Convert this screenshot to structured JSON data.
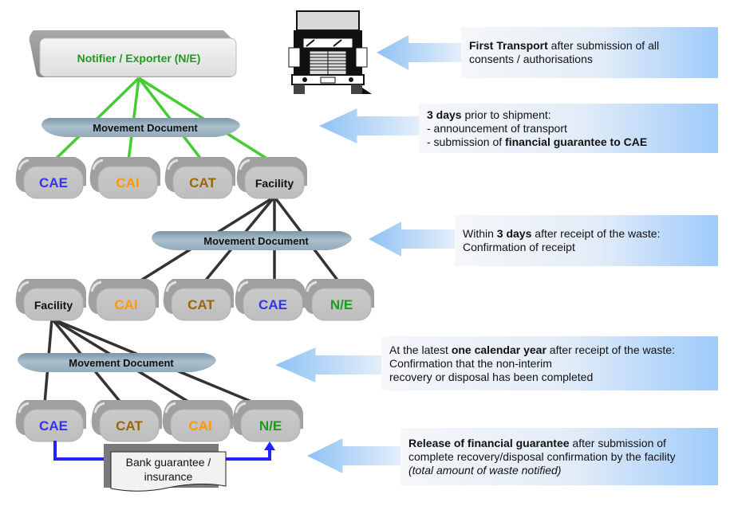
{
  "colors": {
    "green_text": "#1e9a1e",
    "green_line": "#44cc33",
    "blue_text": "#3333ee",
    "orange_text": "#ff9900",
    "brown_text": "#996600",
    "black_text": "#111111",
    "dark_line": "#333333",
    "blue_line": "#2222ff",
    "node_fill": "#c4c4c4",
    "md_fill": "#9fb5c4",
    "note_light": "#f6f7f9",
    "note_dark": "#9fcbfa"
  },
  "notifier": {
    "label": "Notifier / Exporter  (N/E)"
  },
  "movement_document_label": "Movement Document",
  "level1": {
    "nodes": [
      {
        "label": "CAE",
        "color": "#3333ee"
      },
      {
        "label": "CAI",
        "color": "#ff9900"
      },
      {
        "label": "CAT",
        "color": "#996600"
      },
      {
        "label": "Facility",
        "color": "#111111"
      }
    ]
  },
  "level2": {
    "nodes": [
      {
        "label": "Facility",
        "color": "#111111"
      },
      {
        "label": "CAI",
        "color": "#ff9900"
      },
      {
        "label": "CAT",
        "color": "#996600"
      },
      {
        "label": "CAE",
        "color": "#3333ee"
      },
      {
        "label": "N/E",
        "color": "#1e9a1e"
      }
    ]
  },
  "level3": {
    "nodes": [
      {
        "label": "CAE",
        "color": "#3333ee"
      },
      {
        "label": "CAT",
        "color": "#996600"
      },
      {
        "label": "CAI",
        "color": "#ff9900"
      },
      {
        "label": "N/E",
        "color": "#1e9a1e"
      }
    ]
  },
  "bank_guarantee": {
    "line1": "Bank guarantee /",
    "line2": "insurance"
  },
  "truck": {
    "icon": "truck-icon"
  },
  "notes": [
    {
      "lines": [
        [
          {
            "t": "First Transport",
            "b": true
          },
          {
            "t": " after submission of all"
          }
        ],
        [
          {
            "t": "consents / authorisations"
          }
        ]
      ]
    },
    {
      "lines": [
        [
          {
            "t": "3 days",
            "b": true
          },
          {
            "t": " prior to shipment:"
          }
        ],
        [
          {
            "t": "- announcement of transport"
          }
        ],
        [
          {
            "t": "- submission of "
          },
          {
            "t": "financial guarantee to CAE",
            "b": true
          }
        ]
      ]
    },
    {
      "lines": [
        [
          {
            "t": "Within "
          },
          {
            "t": "3 days",
            "b": true
          },
          {
            "t": " after receipt of the waste:"
          }
        ],
        [
          {
            "t": "Confirmation of receipt"
          }
        ]
      ]
    },
    {
      "lines": [
        [
          {
            "t": "At the latest "
          },
          {
            "t": "one calendar year",
            "b": true
          },
          {
            "t": " after receipt of the waste:"
          }
        ],
        [
          {
            "t": "Confirmation that the non-interim"
          }
        ],
        [
          {
            "t": "recovery or disposal has been completed"
          }
        ]
      ]
    },
    {
      "lines": [
        [
          {
            "t": "Release of financial guarantee",
            "b": true
          },
          {
            "t": " after submission of"
          }
        ],
        [
          {
            "t": "complete recovery/disposal confirmation by the facility"
          }
        ],
        [
          {
            "t": "(total amount of waste notified)",
            "i": true
          }
        ]
      ]
    }
  ]
}
